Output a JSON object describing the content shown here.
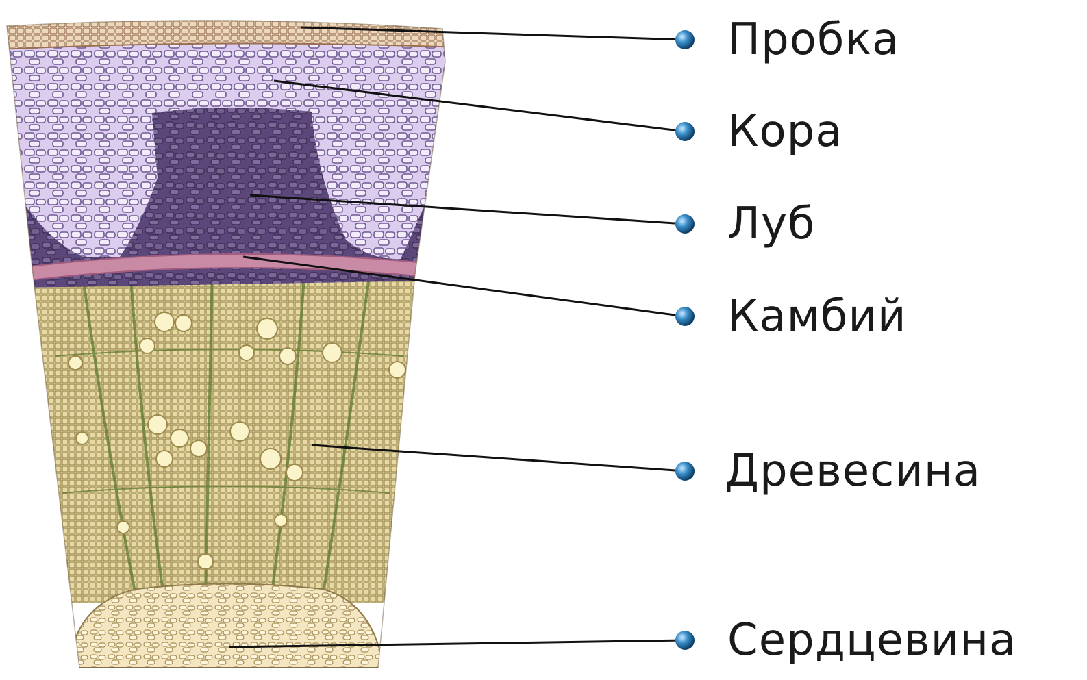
{
  "diagram": {
    "labels": [
      {
        "id": "cork",
        "text": "Пробка"
      },
      {
        "id": "bark",
        "text": "Кора"
      },
      {
        "id": "phloem",
        "text": "Луб"
      },
      {
        "id": "cambium",
        "text": "Камбий"
      },
      {
        "id": "wood",
        "text": "Древесина"
      },
      {
        "id": "pith",
        "text": "Сердцевина"
      }
    ],
    "colors": {
      "cork": "#e9d2b6",
      "bark": "#d7c6ec",
      "bark_cells": "#7b6a9c",
      "phloem": "#5a4678",
      "cambium": "#c98aa6",
      "wood": "#eadba8",
      "wood_lines": "#8a8a3e",
      "pith": "#f3e7c2",
      "leader_line": "#111111",
      "bullet": "#2a7fb8"
    }
  }
}
